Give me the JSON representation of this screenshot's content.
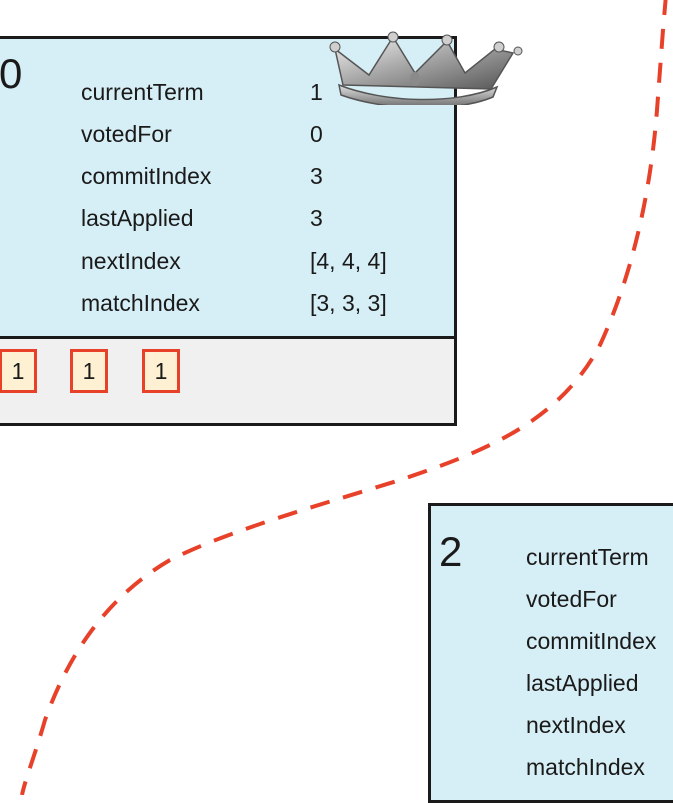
{
  "servers": [
    {
      "id": "0",
      "leader": true,
      "state": [
        {
          "name": "currentTerm",
          "value": "1"
        },
        {
          "name": "votedFor",
          "value": "0"
        },
        {
          "name": "commitIndex",
          "value": "3"
        },
        {
          "name": "lastApplied",
          "value": "3"
        },
        {
          "name": "nextIndex",
          "value": "[4, 4, 4]"
        },
        {
          "name": "matchIndex",
          "value": "[3, 3, 3]"
        }
      ],
      "log": [
        "1",
        "1",
        "1"
      ]
    },
    {
      "id": "2",
      "leader": false,
      "state": [
        {
          "name": "currentTerm"
        },
        {
          "name": "votedFor"
        },
        {
          "name": "commitIndex"
        },
        {
          "name": "lastApplied"
        },
        {
          "name": "nextIndex"
        },
        {
          "name": "matchIndex"
        }
      ]
    }
  ],
  "colors": {
    "state_bg": "#d6eef5",
    "log_bg": "#f0f0f0",
    "entry_bg": "#fdf0d3",
    "entry_border": "#e8412a",
    "connector": "#e8412a",
    "border": "#1a1a1a"
  },
  "icons": {
    "leader": "crown-icon"
  }
}
